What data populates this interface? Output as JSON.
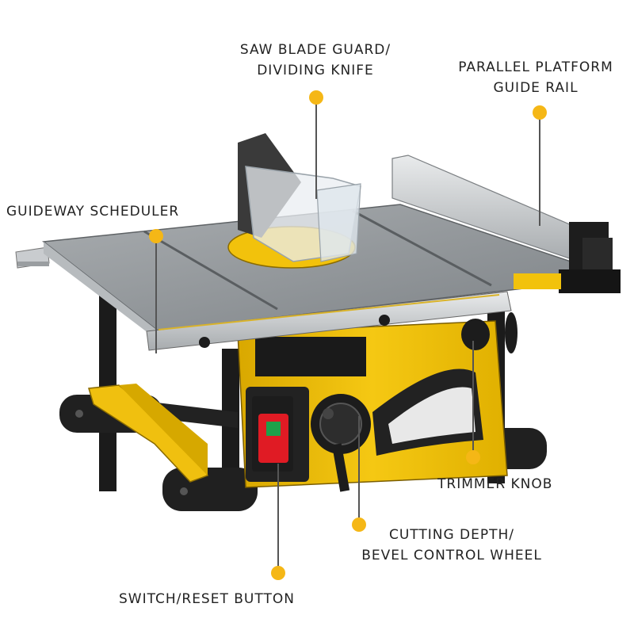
{
  "colors": {
    "accent": "#f5b716",
    "yellow_body": "#f2c20c",
    "table_gray": "#8d9296",
    "frame_black": "#1b1b1b"
  },
  "labels": {
    "guard": {
      "line1": "SAW BLADE GUARD/",
      "line2": "DIVIDING KNIFE"
    },
    "rail": {
      "line1": "PARALLEL PLATFORM",
      "line2": "GUIDE RAIL"
    },
    "guideway": "GUIDEWAY SCHEDULER",
    "trimmer": "TRIMMER KNOB",
    "depth": {
      "line1": "CUTTING DEPTH/",
      "line2": "BEVEL CONTROL WHEEL"
    },
    "switch": "SWITCH/RESET BUTTON"
  }
}
